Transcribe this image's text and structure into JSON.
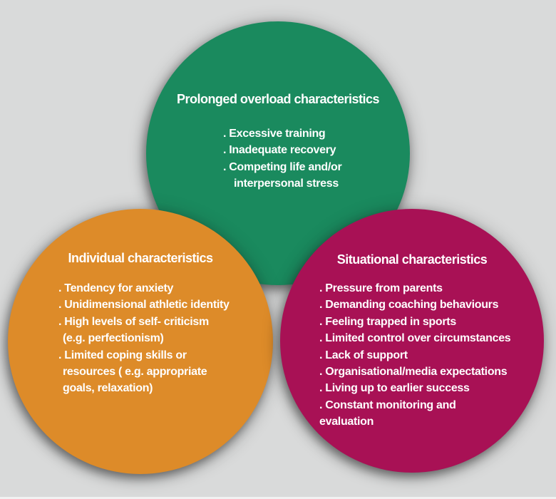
{
  "background_color": "#d9dada",
  "text_color": "#ffffff",
  "circles": [
    {
      "id": "prolonged-overload",
      "color": "#1a8a5e",
      "title": "Prolonged overload characteristics",
      "lines": [
        ". Excessive training",
        ". Inadequate recovery",
        ". Competing life and/or",
        "interpersonal stress"
      ]
    },
    {
      "id": "individual",
      "color": "#dd8b29",
      "title": "Individual characteristics",
      "lines": [
        ". Tendency for anxiety",
        ". Unidimensional athletic identity",
        ". High levels of self- criticism",
        "(e.g. perfectionism)",
        ". Limited coping skills or",
        "resources ( e.g. appropriate",
        "goals, relaxation)"
      ]
    },
    {
      "id": "situational",
      "color": "#a81155",
      "title": "Situational characteristics",
      "lines": [
        ". Pressure from parents",
        ". Demanding coaching behaviours",
        ". Feeling trapped in sports",
        ". Limited control over circumstances",
        ". Lack of support",
        ". Organisational/media expectations",
        ". Living up to earlier success",
        ". Constant monitoring and",
        "evaluation"
      ]
    }
  ]
}
